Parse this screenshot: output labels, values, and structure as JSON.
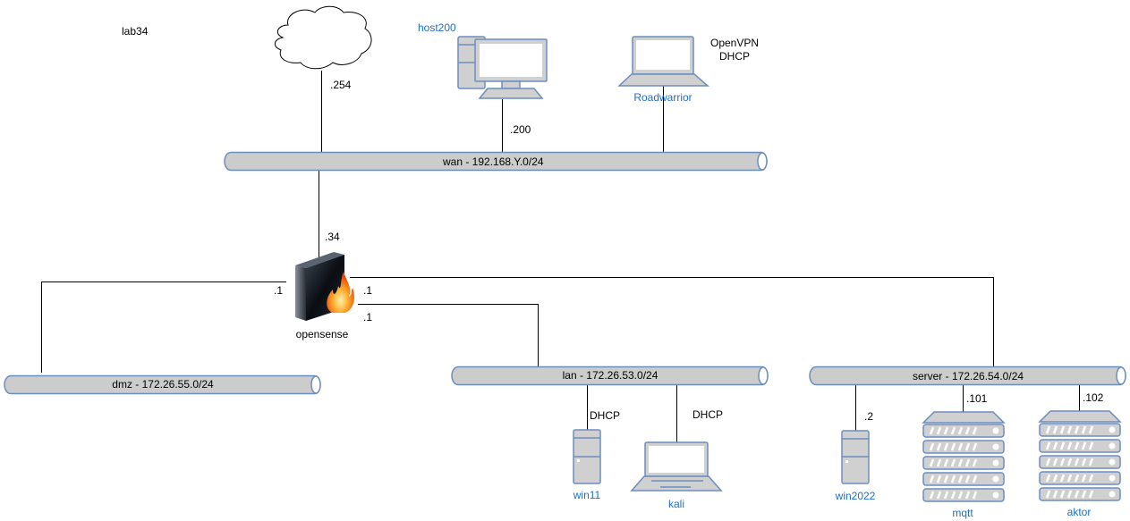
{
  "title": "lab34",
  "colors": {
    "bus_fill": "#cccccc",
    "bus_stroke": "#6c8ebf",
    "device_fill": "#d0d0d0",
    "device_stroke": "#6c8ebf",
    "device_label": "#1f6fbf",
    "line": "#000000"
  },
  "networks": {
    "wan": {
      "name": "wan",
      "subnet": "192.168.Y.0/24",
      "label": "wan -  192.168.Y.0/24"
    },
    "dmz": {
      "name": "dmz",
      "subnet": "172.26.55.0/24",
      "label": "dmz -  172.26.55.0/24"
    },
    "lan": {
      "name": "lan",
      "subnet": "172.26.53.0/24",
      "label": "lan -  172.26.53.0/24"
    },
    "server": {
      "name": "server",
      "subnet": "172.26.54.0/24",
      "label": "server -  172.26.54.0/24"
    }
  },
  "nodes": {
    "internet": {
      "type": "cloud",
      "ip": ".254"
    },
    "host200": {
      "type": "workstation",
      "name": "host200",
      "ip": ".200"
    },
    "roadwarrior": {
      "type": "laptop",
      "name": "Roadwarrior",
      "note_line1": "OpenVPN",
      "note_line2": "DHCP"
    },
    "firewall": {
      "type": "firewall",
      "name": "opensense",
      "wan_ip": ".34",
      "dmz_ip": ".1",
      "server_ip": ".1",
      "lan_ip": ".1"
    },
    "win11": {
      "type": "pc",
      "name": "win11",
      "ip": "DHCP"
    },
    "kali": {
      "type": "laptop",
      "name": "kali",
      "ip": "DHCP"
    },
    "win2022": {
      "type": "pc",
      "name": "win2022",
      "ip": ".2"
    },
    "mqtt": {
      "type": "server-rack",
      "name": "mqtt",
      "ip": ".101"
    },
    "aktor": {
      "type": "server-rack",
      "name": "aktor",
      "ip": ".102"
    }
  }
}
